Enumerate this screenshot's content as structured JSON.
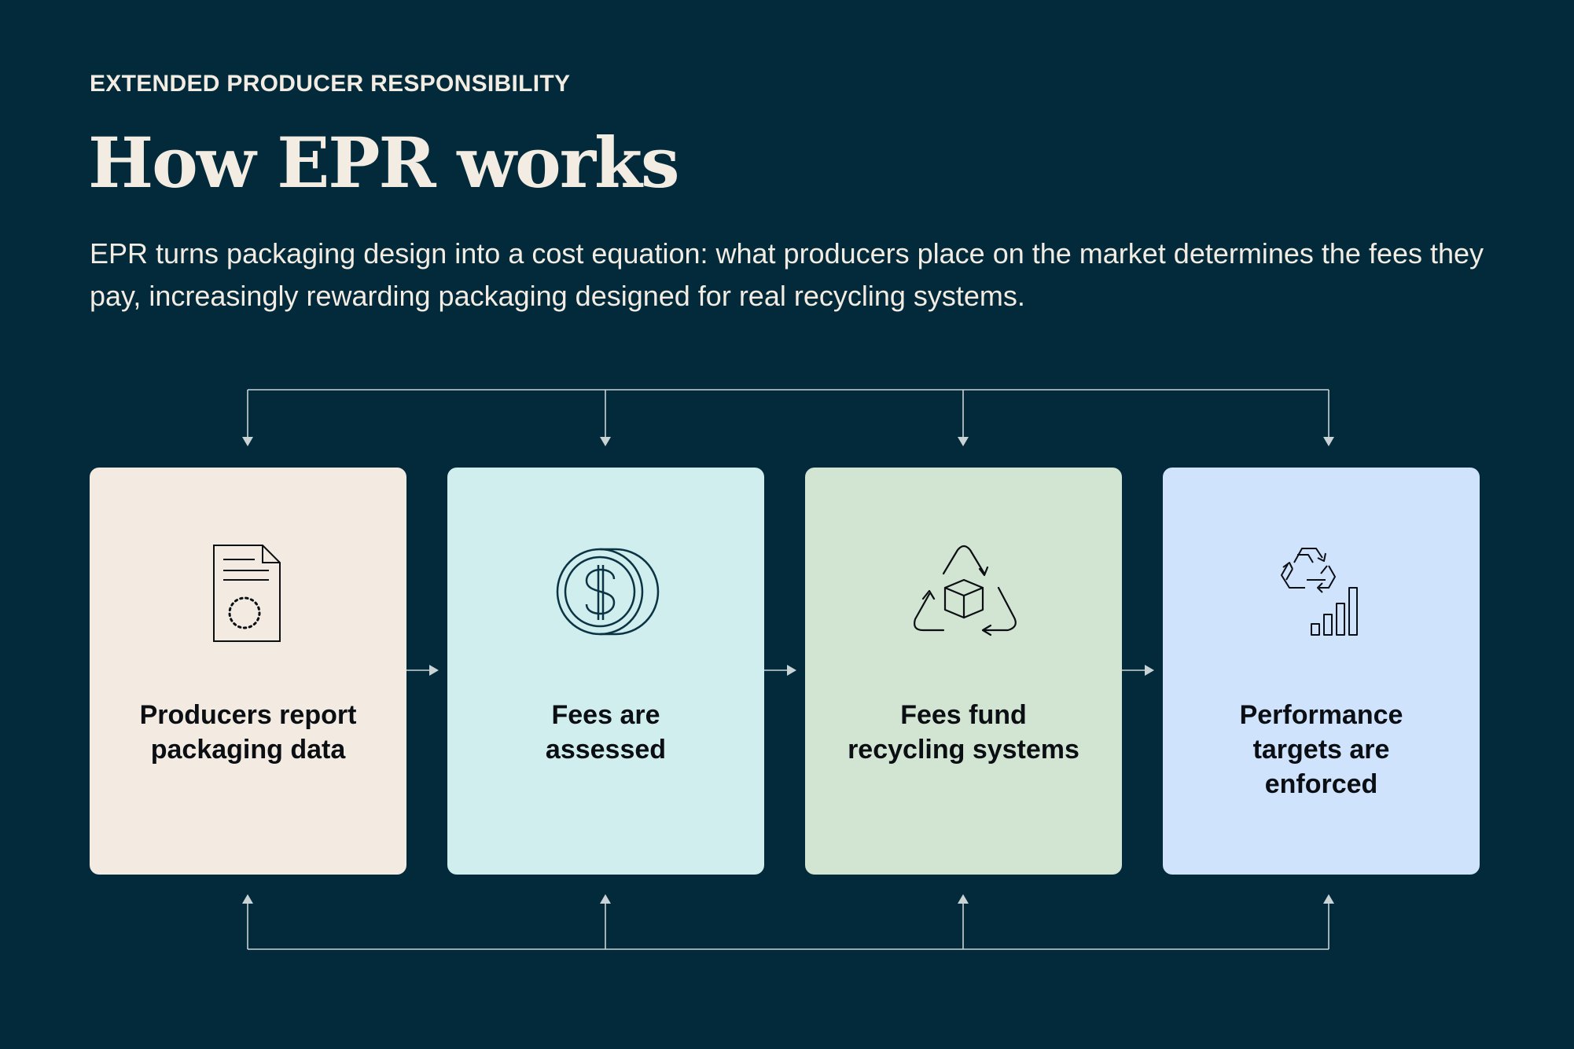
{
  "header": {
    "eyebrow": "EXTENDED PRODUCER RESPONSIBILITY",
    "title": "How EPR works",
    "lede": "EPR turns packaging design into a cost equation: what producers place on the market determines the fees they pay, increasingly rewarding packaging designed for real recycling systems."
  },
  "colors": {
    "background": "#022a3a",
    "text_light": "#f3ece2",
    "connector": "#c9d3d6"
  },
  "steps": [
    {
      "label": "Producers report\npackaging data",
      "icon": "document-icon",
      "color": "#f3ebe1"
    },
    {
      "label": "Fees are\nassessed",
      "icon": "dollar-coin-icon",
      "color": "#cfeeed"
    },
    {
      "label": "Fees fund\nrecycling systems",
      "icon": "recycling-box-icon",
      "color": "#d2e4d2"
    },
    {
      "label": "Performance\ntargets are\nenforced",
      "icon": "recycle-chart-icon",
      "color": "#cfe3fd"
    }
  ]
}
